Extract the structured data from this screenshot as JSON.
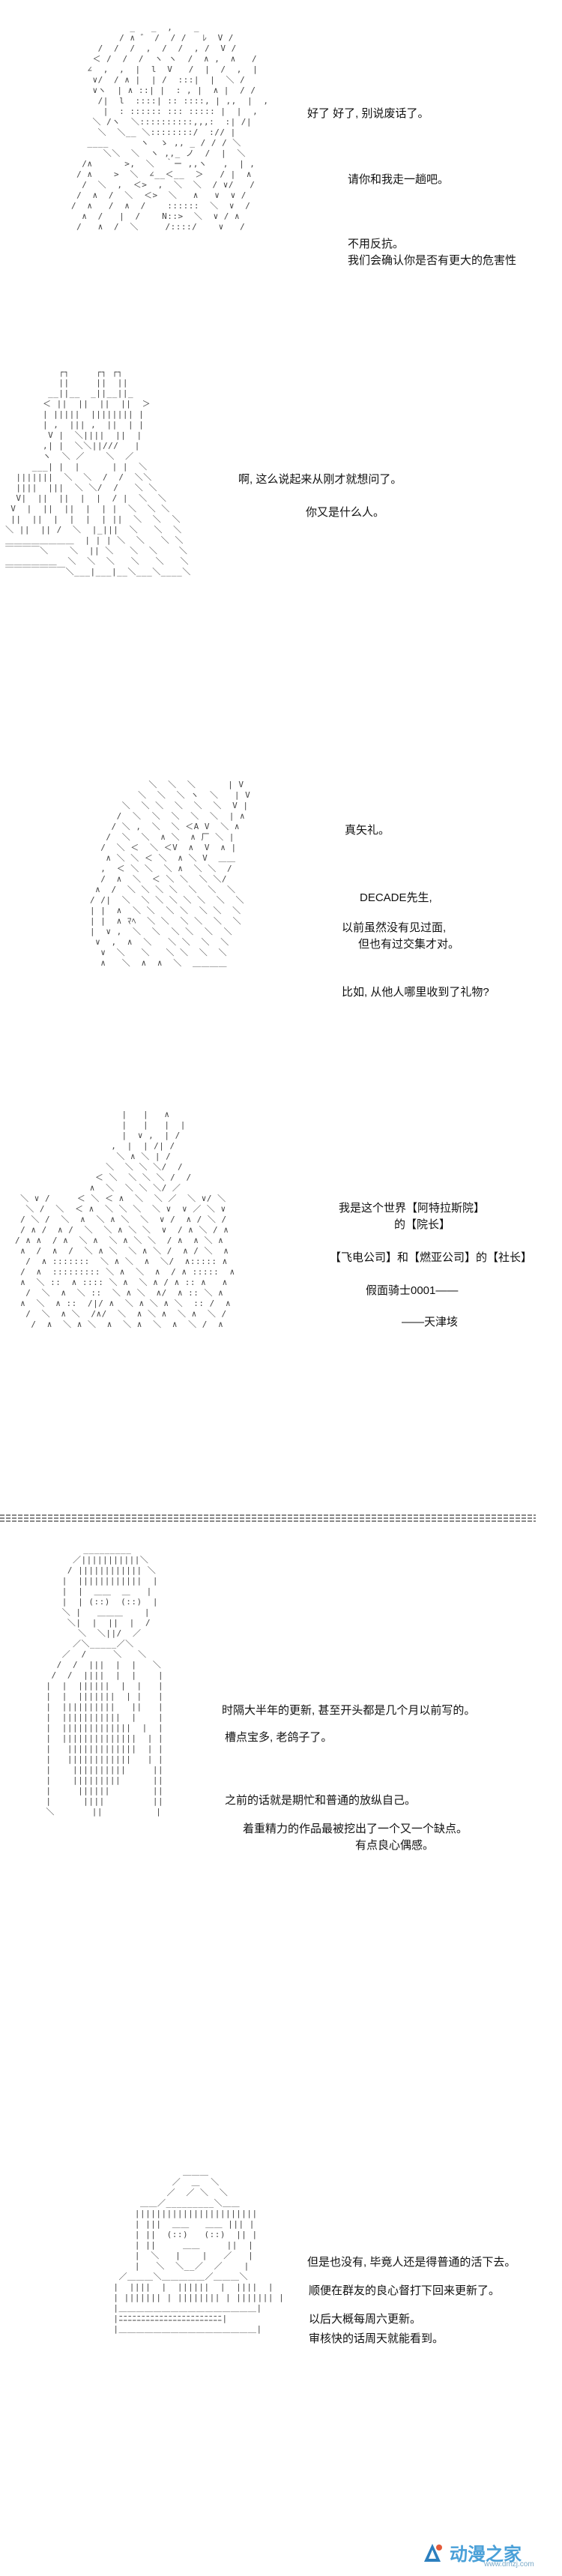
{
  "panels": [
    {
      "lines": [
        "好了 好了, 别说废话了。",
        "请你和我走一趟吧。",
        "不用反抗。",
        "我们会确认你是否有更大的危害性"
      ]
    },
    {
      "lines": [
        "啊, 这么说起来从刚才就想问了。",
        "你又是什么人。"
      ]
    },
    {
      "lines": [
        "真矢礼。",
        "DECADE先生,",
        "以前虽然没有见过面,",
        "但也有过交集才对。",
        "比如, 从他人哪里收到了礼物?"
      ]
    },
    {
      "lines": [
        "我是这个世界【阿特拉斯院】",
        "的【院长】",
        "【飞电公司】和【燃亚公司】的【社长】",
        "假面骑士0001——",
        "——天津垓"
      ]
    },
    {
      "lines": [
        "时隔大半年的更新, 甚至开头都是几个月以前写的。",
        "槽点宝多, 老鸽子了。",
        "之前的话就是期忙和普通的放纵自己。",
        "着重精力的作品最被挖出了一个又一个缺点。",
        "有点良心偶感。"
      ]
    },
    {
      "lines": [
        "但是也没有, 毕竟人还是得普通的活下去。",
        "顺便在群友的良心督打下回来更新了。",
        "以后大概每周六更新。",
        "审核快的话周天就能看到。"
      ]
    }
  ],
  "watermark": {
    "name": "动漫之家",
    "url": "www.dmzj.com"
  },
  "icons": [
    "logo-icon"
  ]
}
